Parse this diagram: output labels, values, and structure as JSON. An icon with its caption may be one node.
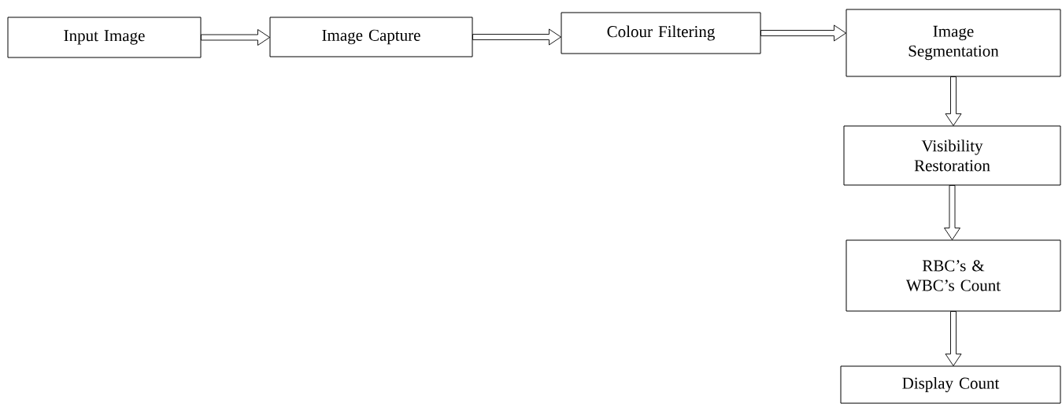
{
  "diagram": {
    "nodes": [
      {
        "text": [
          "Input Image"
        ]
      },
      {
        "text": [
          "Image Capture"
        ]
      },
      {
        "text": [
          "Colour Filtering"
        ]
      },
      {
        "text": [
          "Image Segmentation"
        ]
      },
      {
        "text": [
          "Visibility Restoration"
        ]
      },
      {
        "text": [
          "RBC’s & WBC’s Count"
        ]
      },
      {
        "text": [
          "Display Count"
        ]
      }
    ],
    "edges": [
      {
        "from": 0,
        "to": 1,
        "arrow": "to"
      },
      {
        "from": 1,
        "to": 2,
        "arrow": "to"
      },
      {
        "from": 2,
        "to": 3,
        "arrow": "to"
      },
      {
        "from": 3,
        "to": 4,
        "arrow": "to"
      },
      {
        "from": 4,
        "to": 5,
        "arrow": "to"
      },
      {
        "from": 5,
        "to": 6,
        "arrow": "to"
      }
    ]
  }
}
